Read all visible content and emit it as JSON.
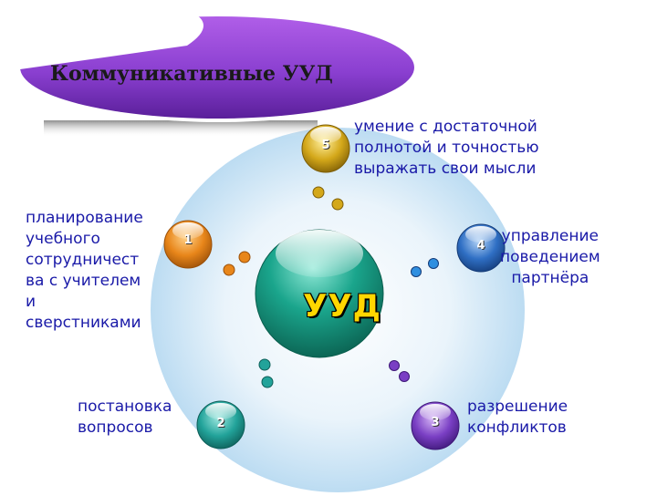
{
  "title": "Коммуникативные УУД",
  "center": {
    "label": "УУД",
    "color": "#1aa58c"
  },
  "nodes": [
    {
      "number": "1",
      "color": "#e8861a",
      "text": [
        "планирование",
        "учебного",
        "сотрудничест",
        "ва с учителем",
        "и",
        "сверстниками"
      ]
    },
    {
      "number": "2",
      "color": "#22a39a",
      "text": [
        "постановка",
        "вопросов"
      ]
    },
    {
      "number": "3",
      "color": "#7a3fc4",
      "text": [
        "разрешение",
        "конфликтов"
      ]
    },
    {
      "number": "4",
      "color": "#2f6fc4",
      "text": [
        "управление",
        "поведением",
        "партнёра"
      ]
    },
    {
      "number": "5",
      "color": "#d4a81a",
      "text": [
        "умение с достаточной",
        "полнотой и точностью",
        "выражать свои мысли"
      ]
    }
  ],
  "colors": {
    "banner": "#8a3fd0",
    "text": "#1a1aa8",
    "backdrop": "#cfe6f7"
  }
}
